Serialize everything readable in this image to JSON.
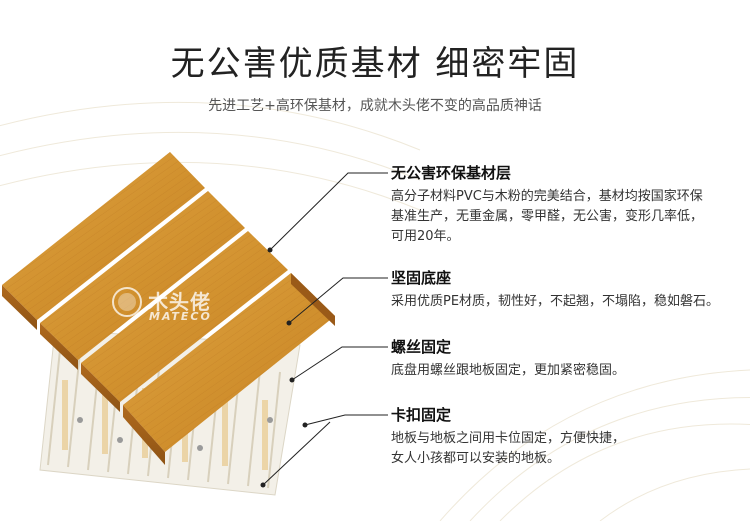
{
  "header": {
    "title": "无公害优质基材 细密牢固",
    "subtitle": "先进工艺+高环保基材，成就木头佬不变的高品质神话"
  },
  "brand": {
    "name_cn": "木头佬",
    "name_en": "MATECO"
  },
  "features": [
    {
      "title": "无公害环保基材层",
      "desc_lines": [
        "高分子材料PVC与木粉的完美结合，基材均按国家环保",
        "基准生产，无重金属，零甲醛，无公害，变形几率低，",
        "可用20年。"
      ]
    },
    {
      "title": "坚固底座",
      "desc_lines": [
        "采用优质PE材质，韧性好，不起翘，不塌陷，稳如磐石。"
      ]
    },
    {
      "title": "螺丝固定",
      "desc_lines": [
        "底盘用螺丝跟地板固定，更加紧密稳固。"
      ]
    },
    {
      "title": "卡扣固定",
      "desc_lines": [
        "地板与地板之间用卡位固定，方便快捷，",
        "女人小孩都可以安装的地板。"
      ]
    }
  ],
  "colors": {
    "wood_light": "#d79a3a",
    "wood_dark": "#a8621c",
    "base": "#f2efe6",
    "line": "#222222"
  }
}
